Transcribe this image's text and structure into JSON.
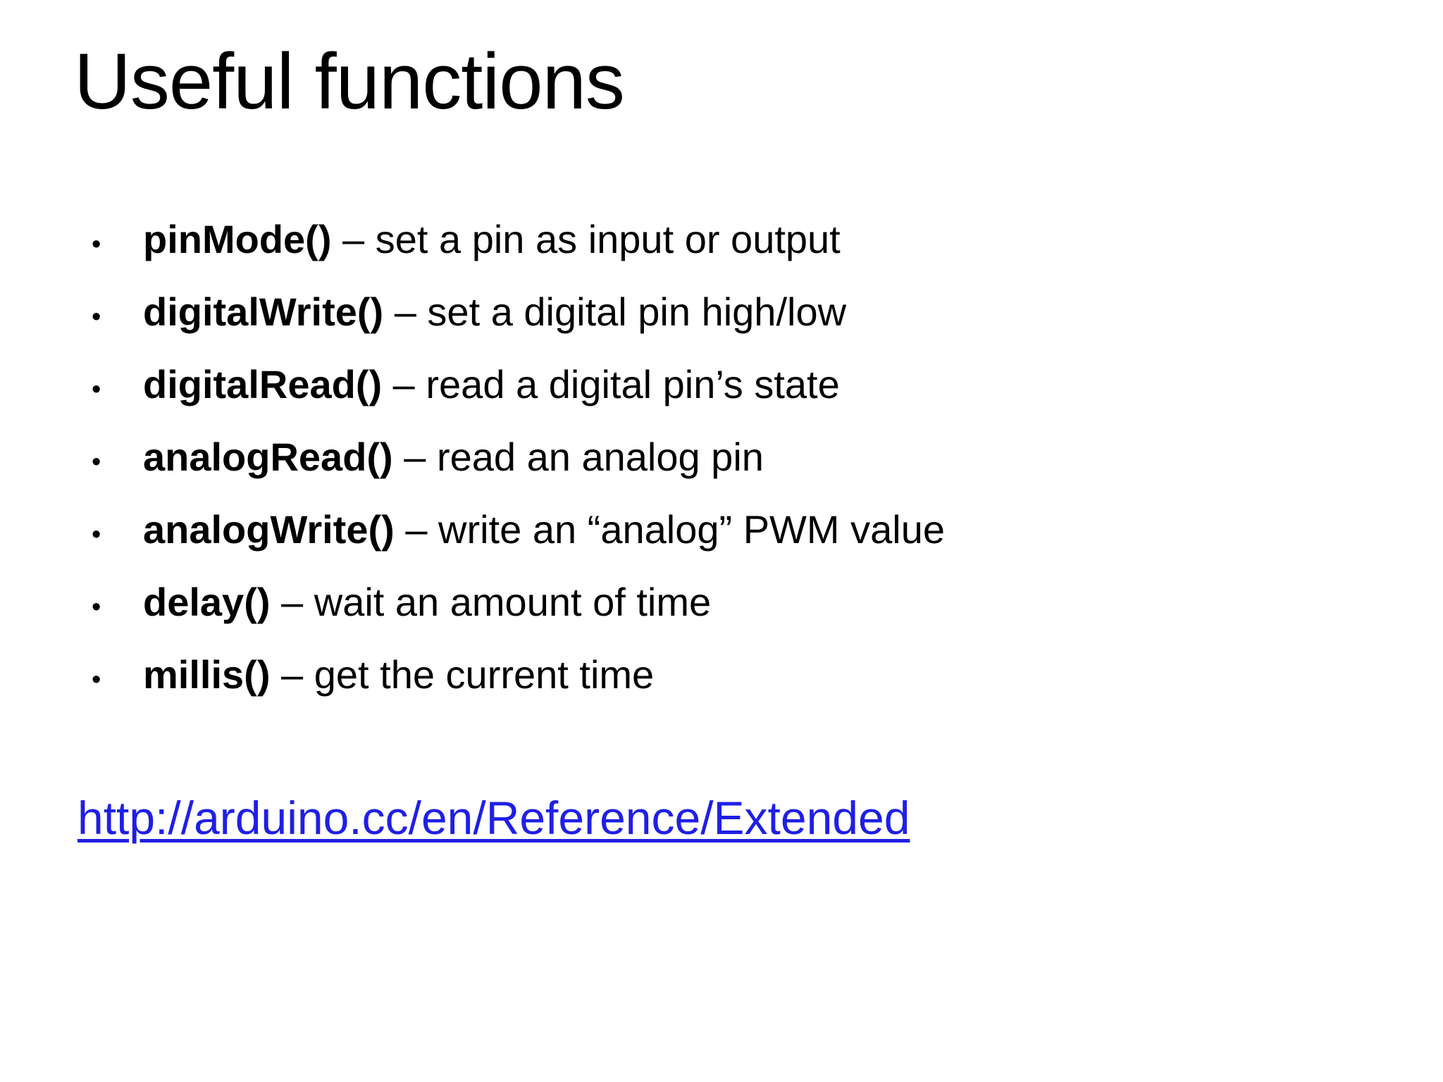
{
  "slide": {
    "title": "Useful functions",
    "bullet_char": "•",
    "items": [
      {
        "name": "pinMode()",
        "desc": " – set a pin as input or output"
      },
      {
        "name": "digitalWrite()",
        "desc": " – set a digital pin high/low"
      },
      {
        "name": "digitalRead()",
        "desc": " – read a digital pin’s state"
      },
      {
        "name": "analogRead()",
        "desc": " – read an analog pin"
      },
      {
        "name": "analogWrite()",
        "desc": " – write an “analog” PWM value"
      },
      {
        "name": "delay()",
        "desc": " – wait an amount of time"
      },
      {
        "name": "millis()",
        "desc": " – get the current time"
      }
    ],
    "link": {
      "text": "http://arduino.cc/en/Reference/Extended"
    },
    "colors": {
      "background": "#FFFFFF",
      "text": "#000000",
      "link_blue": "#1F1FE6"
    }
  }
}
